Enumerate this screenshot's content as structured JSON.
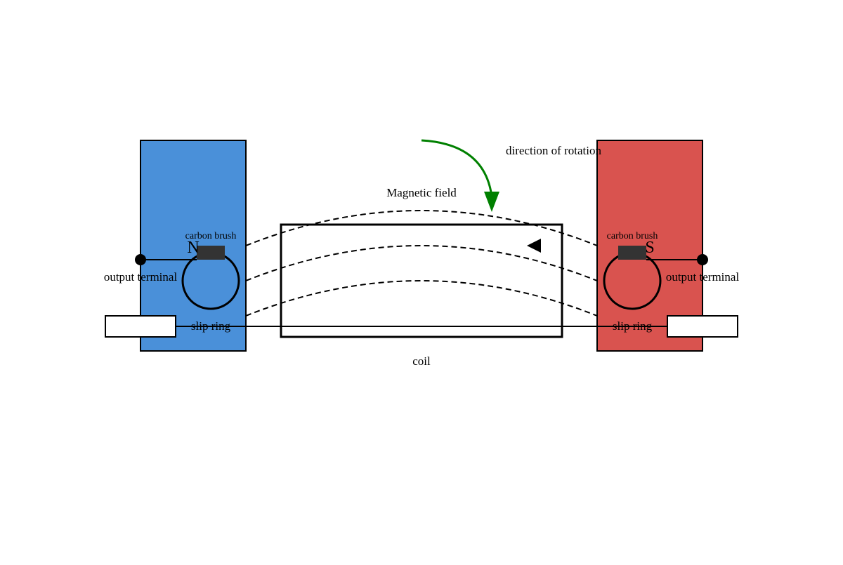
{
  "labels": {
    "magnetic_field": "Magnetic field",
    "direction_of_rotation": "direction of rotation",
    "coil": "coil",
    "north_pole": "N",
    "south_pole": "S",
    "carbon_brush_left": "carbon brush",
    "carbon_brush_right": "carbon brush",
    "output_terminal_left": "output terminal",
    "output_terminal_right": "output terminal",
    "slip_ring_left": "slip ring",
    "slip_ring_right": "slip ring"
  },
  "colors": {
    "north_magnet": "#4a90d9",
    "south_magnet": "#d9534f",
    "rotation_arrow": "#008000",
    "brush": "#333333",
    "outline": "#000000"
  },
  "icons": {
    "field_direction": "left-triangle-arrow",
    "rotation": "curved-arrow"
  }
}
